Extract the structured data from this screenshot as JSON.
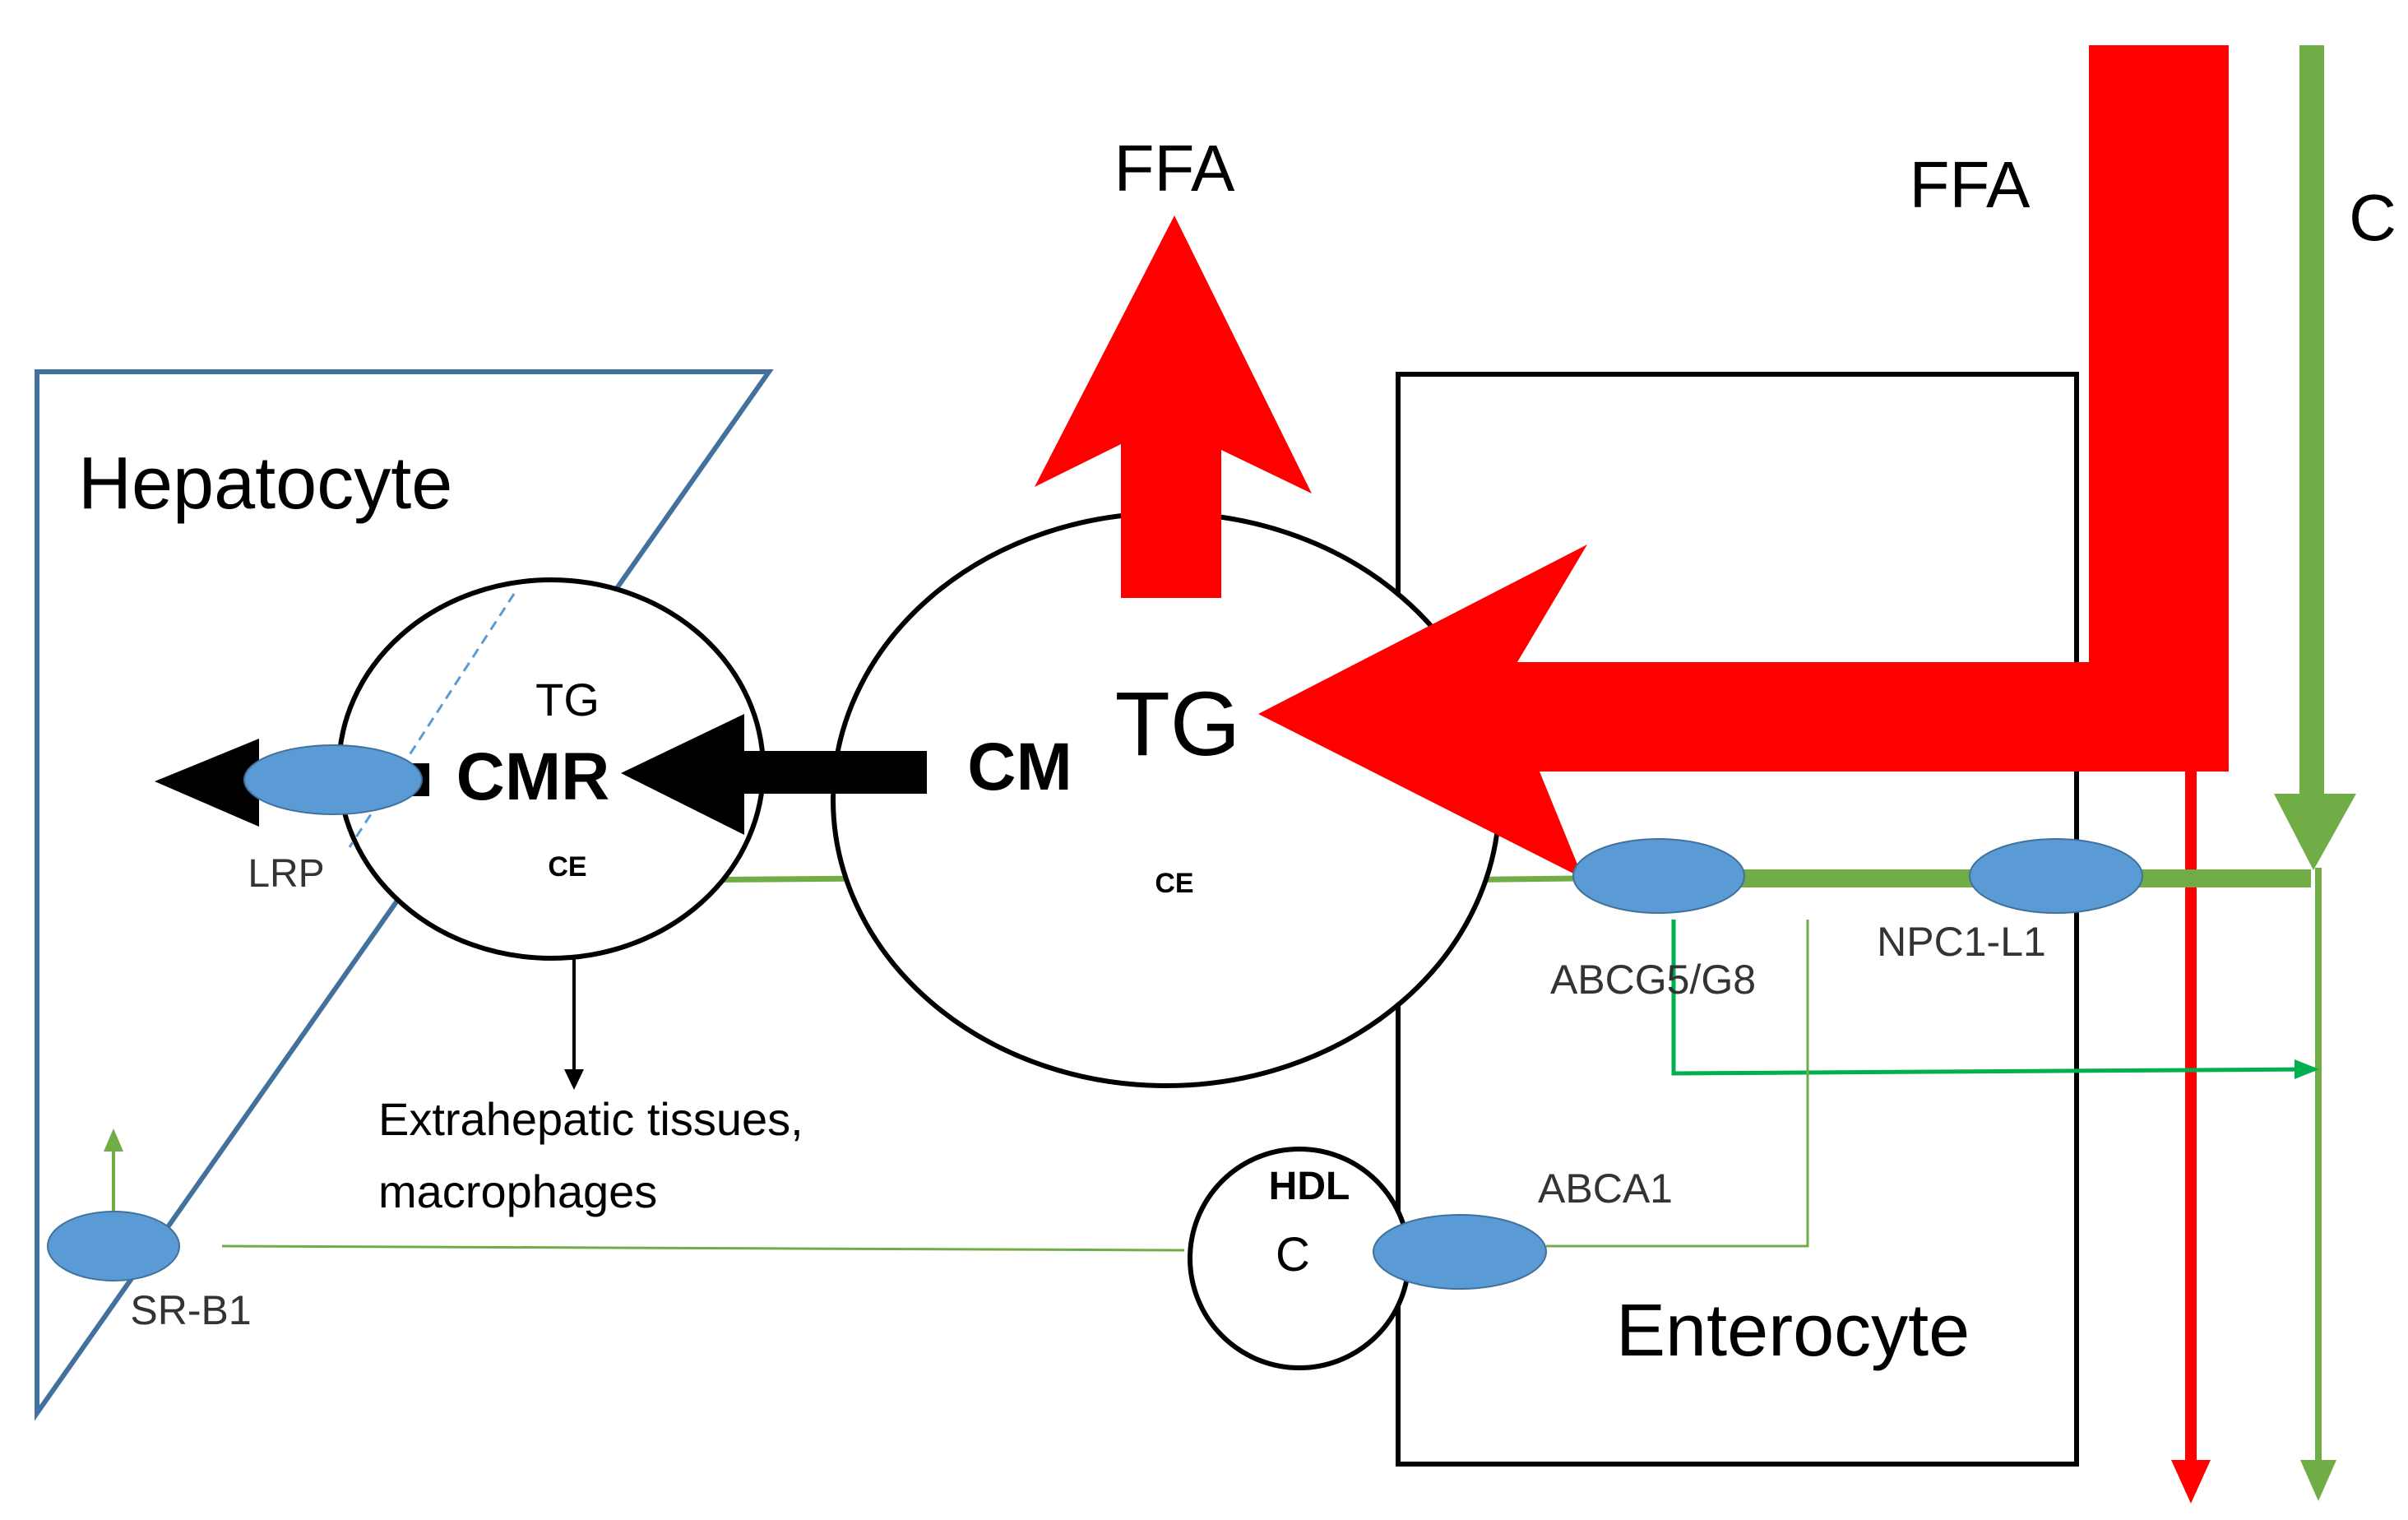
{
  "labels": {
    "ffa_top": "FFA",
    "ffa_right": "FFA",
    "c_right": "C",
    "hepatocyte": "Hepatocyte",
    "enterocyte": "Enterocyte",
    "cm": "CM",
    "cm_tg": "TG",
    "cm_ce": "CE",
    "cmr": "CMR",
    "cmr_tg": "TG",
    "cmr_ce": "CE",
    "lrp": "LRP",
    "abcg": "ABCG5/G8",
    "npc": "NPC1-L1",
    "abca1": "ABCA1",
    "hdl": "HDL",
    "hdl_c": "C",
    "srb1": "SR-B1",
    "extra_line1": "Extrahepatic tissues,",
    "extra_line2": "macrophages"
  },
  "colors": {
    "fatty_acid_arrow": "#ff0000",
    "cholesterol_arrow": "#70ad47",
    "cholesterol_efflux_line": "#00b050",
    "transporter": "#5b9bd5",
    "hepatocyte_border": "#41719c",
    "outline": "#000000"
  }
}
